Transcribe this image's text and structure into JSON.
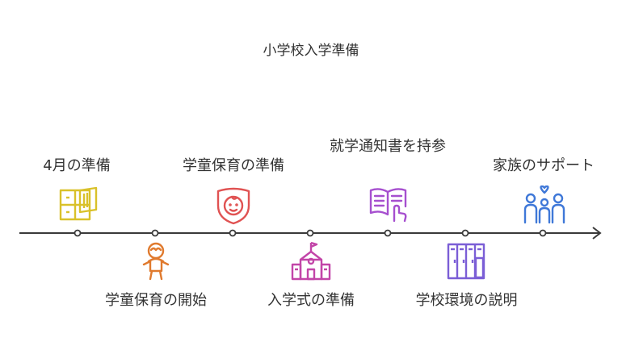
{
  "title": "小学校入学準備",
  "events": [
    {
      "label": "4月の準備",
      "icon": "desk-icon",
      "color": "#d9c12a"
    },
    {
      "label": "学童保育の開始",
      "icon": "child-icon",
      "color": "#e07a2e"
    },
    {
      "label": "学童保育の準備",
      "icon": "baby-badge-icon",
      "color": "#e05252"
    },
    {
      "label": "入学式の準備",
      "icon": "school-building-icon",
      "color": "#c245a8"
    },
    {
      "label": "就学通知書を持参",
      "icon": "open-book-icon",
      "color": "#a64fcf"
    },
    {
      "label": "学校環境の説明",
      "icon": "lockers-icon",
      "color": "#7b5ed6"
    },
    {
      "label": "家族のサポート",
      "icon": "family-icon",
      "color": "#3f78d8"
    }
  ]
}
